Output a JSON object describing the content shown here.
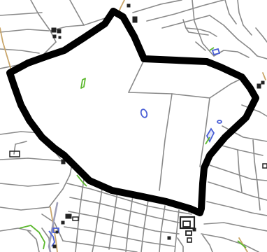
{
  "map": {
    "style": "street-map-line-drawing",
    "colors": {
      "background": "#ffffff",
      "road": "#8a8a8a",
      "major_road": "#c9a66b",
      "boundary": "#000000",
      "water": "#4a5fd6",
      "vegetation": "#5cb82e",
      "building": "#222222",
      "highlight_road": "#8a8aa0"
    },
    "layers": [
      "roads",
      "water",
      "vegetation",
      "buildings",
      "boundary"
    ],
    "boundary": {
      "kind": "outline",
      "width_class": "thick"
    }
  }
}
